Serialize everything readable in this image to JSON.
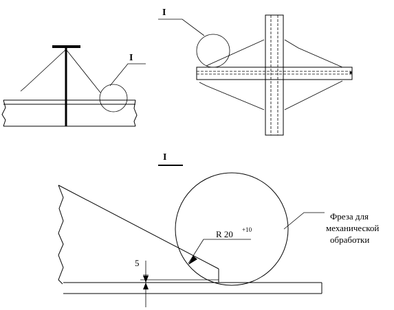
{
  "labels": {
    "view_left_detail_mark": "I",
    "view_right_detail_mark": "I",
    "detail_title": "I",
    "radius_main": "R 20",
    "radius_tolerance": "+10",
    "dimension_value": "5",
    "cutter_line1": "Фреза для",
    "cutter_line2": "механической",
    "cutter_line3": "обработки"
  }
}
